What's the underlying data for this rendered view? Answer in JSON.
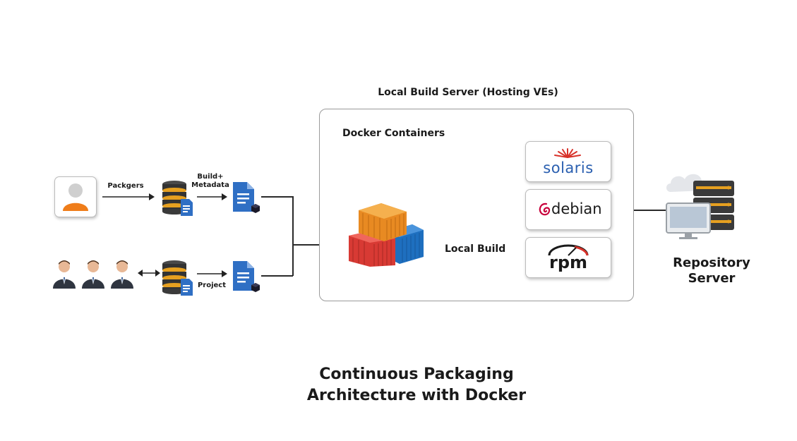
{
  "diagram": {
    "title_line1": "Continuous Packaging",
    "title_line2": "Architecture with Docker",
    "server": {
      "heading": "Local Build Server (Hosting VEs)",
      "containers_label": "Docker Containers",
      "local_build_label": "Local Build"
    },
    "flow": {
      "packagers_label": "Packgers",
      "build_metadata_label_line1": "Build+",
      "build_metadata_label_line2": "Metadata",
      "project_label": "Project"
    },
    "targets": {
      "solaris": "solaris",
      "debian": "debian",
      "rpm": "rpm"
    },
    "repository": {
      "line1": "Repository",
      "line2": "Server"
    }
  },
  "colors": {
    "db_dark": "#3a3a3a",
    "db_gold": "#e6a020",
    "doc_blue": "#2f6fc4",
    "container_orange": "#e88a22",
    "container_red": "#d83a34",
    "container_blue": "#1e6fbf",
    "solaris_blue": "#2a5fb0",
    "solaris_red": "#d8322a",
    "debian_red": "#c8003b",
    "person_orange": "#ef7d1a"
  }
}
